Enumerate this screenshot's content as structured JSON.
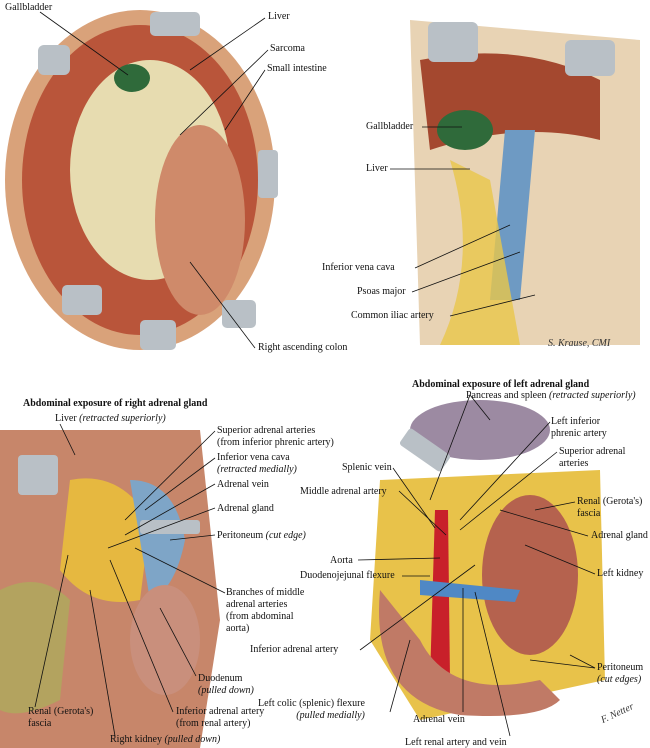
{
  "panels": {
    "top_left": {
      "labels": {
        "gallbladder": "Gallbladder",
        "liver": "Liver",
        "sarcoma": "Sarcoma",
        "small_intestine": "Small intestine",
        "right_ascending_colon": "Right ascending colon"
      }
    },
    "top_right": {
      "labels": {
        "gallbladder": "Gallbladder",
        "liver": "Liver",
        "ivc": "Inferior vena cava",
        "psoas": "Psoas major",
        "common_iliac": "Common iliac artery"
      },
      "signature": "S. Krause, CMI"
    },
    "bottom_left": {
      "title": "Abdominal exposure of right adrenal gland",
      "labels": {
        "liver": "Liver",
        "liver_note": "(retracted superiorly)",
        "sup_adrenal_1": "Superior adrenal arteries",
        "sup_adrenal_2": "(from inferior phrenic artery)",
        "ivc": "Inferior vena cava",
        "ivc_note": "(retracted medially)",
        "adrenal_vein": "Adrenal vein",
        "adrenal_gland": "Adrenal gland",
        "peritoneum": "Peritoneum",
        "peritoneum_note": "(cut edge)",
        "branches_1": "Branches of middle",
        "branches_2": "adrenal arteries",
        "branches_3": "(from abdominal",
        "branches_4": "aorta)",
        "duodenum": "Duodenum",
        "duodenum_note": "(pulled down)",
        "inf_adrenal_1": "Inferior adrenal artery",
        "inf_adrenal_2": "(from renal artery)",
        "renal_fascia_1": "Renal (Gerota's)",
        "renal_fascia_2": "fascia",
        "right_kidney": "Right kidney",
        "right_kidney_note": "(pulled down)"
      }
    },
    "bottom_right": {
      "title": "Abdominal exposure of left adrenal gland",
      "labels": {
        "pancreas": "Pancreas and spleen",
        "pancreas_note": "(retracted superiorly)",
        "left_inf_phrenic_1": "Left inferior",
        "left_inf_phrenic_2": "phrenic artery",
        "sup_adrenal_1": "Superior adrenal",
        "sup_adrenal_2": "arteries",
        "splenic_vein": "Splenic vein",
        "middle_adrenal": "Middle adrenal artery",
        "renal_fascia_1": "Renal (Gerota's)",
        "renal_fascia_2": "fascia",
        "adrenal_gland": "Adrenal gland",
        "aorta": "Aorta",
        "duodenojejunal": "Duodenojejunal flexure",
        "left_kidney": "Left kidney",
        "inf_adrenal": "Inferior adrenal artery",
        "peritoneum": "Peritoneum",
        "peritoneum_note": "(cut edges)",
        "left_colic": "Left colic (splenic) flexure",
        "left_colic_note": "(pulled medially)",
        "adrenal_vein": "Adrenal vein",
        "left_renal": "Left renal artery and vein"
      },
      "signature": "F. Netter"
    }
  }
}
